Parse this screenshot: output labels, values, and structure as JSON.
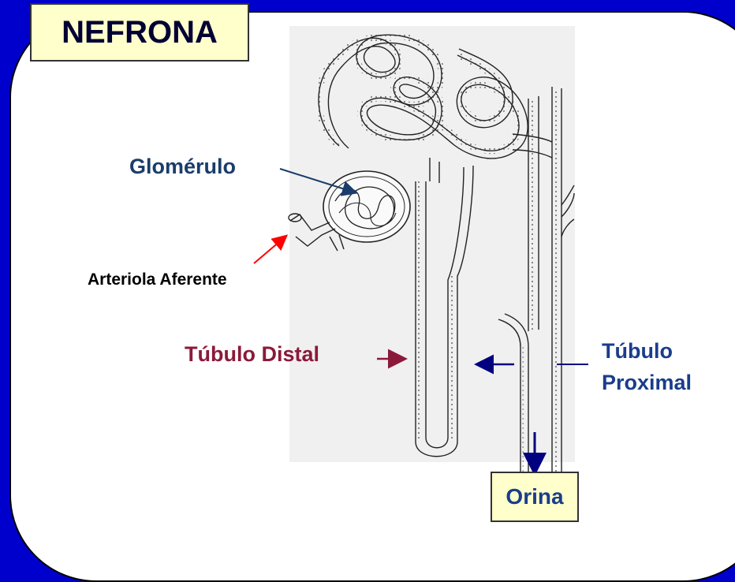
{
  "title": "NEFRONA",
  "labels": {
    "glomerulo": "Glomérulo",
    "arteriola": "Arteriola Aferente",
    "distal": "Túbulo Distal",
    "proximal_line1": "Túbulo",
    "proximal_line2": "Proximal",
    "orina": "Orina"
  },
  "colors": {
    "background": "#0000cc",
    "panel": "#ffffff",
    "label_box": "#ffffcc",
    "glomerulo_text": "#1a3d6b",
    "distal_text": "#8b1a3a",
    "proximal_text": "#1a3d8b",
    "arteriola_arrow": "#ff0000"
  }
}
